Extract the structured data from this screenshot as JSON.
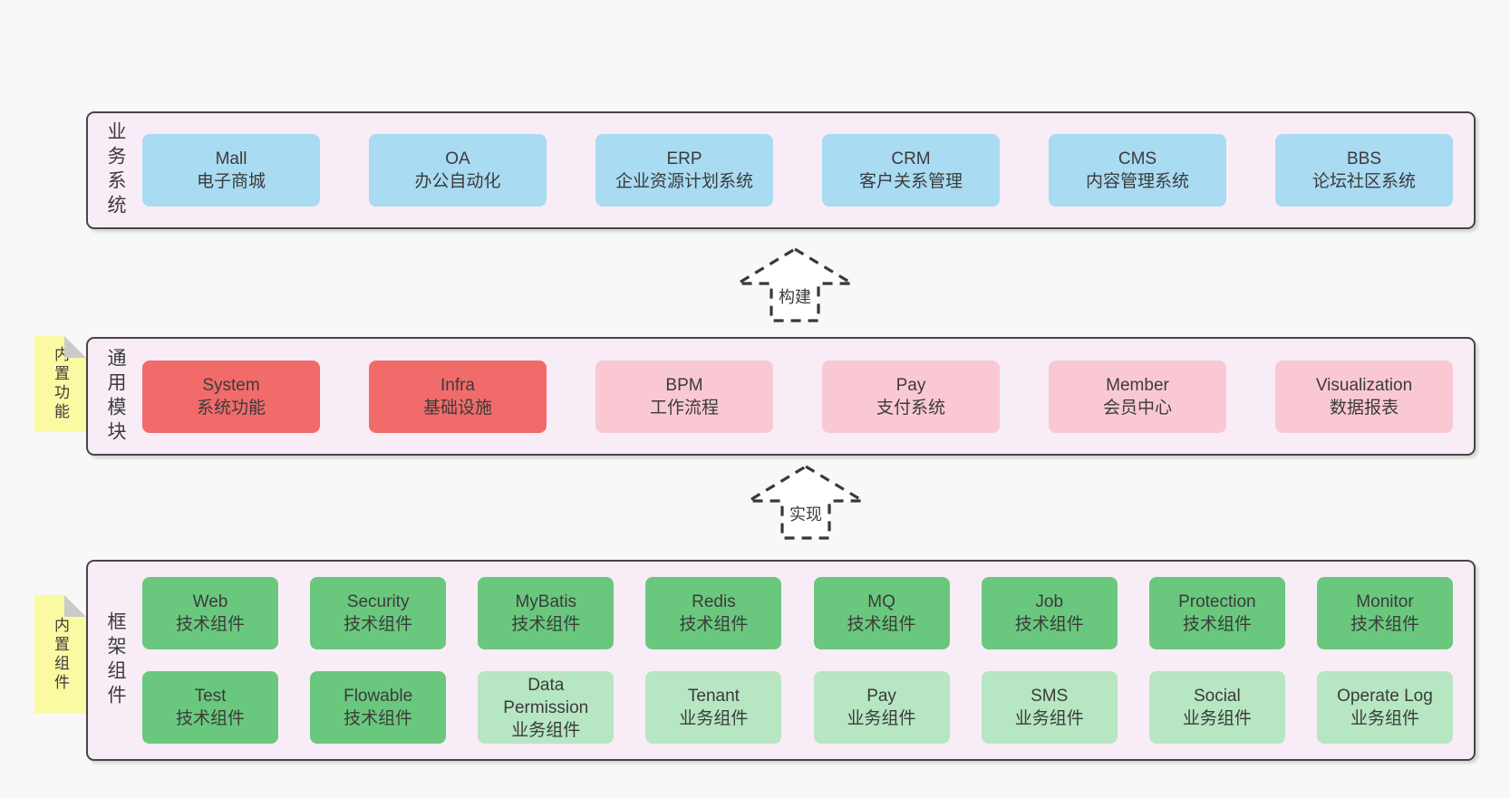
{
  "colors": {
    "page-bg": "#F8F8F8",
    "panel-bg": "#F8EDF6",
    "panel-border": "#454545",
    "node-blue": "#A9DBF2",
    "node-red": "#F16B6B",
    "node-pink": "#FAC8D3",
    "node-green": "#6AC87E",
    "node-lightgreen": "#B7E6C2",
    "sticky-yellow": "#FAFAA2",
    "sticky-fold": "#C9CBCA",
    "text": "#3B3B3B",
    "arrow-stroke": "#383838",
    "arrow-fill": "#FFFFFF"
  },
  "arrows": [
    {
      "label": "构建"
    },
    {
      "label": "实现"
    }
  ],
  "sections": [
    {
      "id": "business-systems",
      "side_label": "业务系统",
      "sticky_note": null,
      "rows": [
        [
          {
            "name": "Mall",
            "desc": "电子商城",
            "variant": "blue"
          },
          {
            "name": "OA",
            "desc": "办公自动化",
            "variant": "blue"
          },
          {
            "name": "ERP",
            "desc": "企业资源计划系统",
            "variant": "blue"
          },
          {
            "name": "CRM",
            "desc": "客户关系管理",
            "variant": "blue"
          },
          {
            "name": "CMS",
            "desc": "内容管理系统",
            "variant": "blue"
          },
          {
            "name": "BBS",
            "desc": "论坛社区系统",
            "variant": "blue"
          }
        ]
      ]
    },
    {
      "id": "common-modules",
      "side_label": "通用模块",
      "sticky_note": "内置功能",
      "rows": [
        [
          {
            "name": "System",
            "desc": "系统功能",
            "variant": "red"
          },
          {
            "name": "Infra",
            "desc": "基础设施",
            "variant": "red"
          },
          {
            "name": "BPM",
            "desc": "工作流程",
            "variant": "pink"
          },
          {
            "name": "Pay",
            "desc": "支付系统",
            "variant": "pink"
          },
          {
            "name": "Member",
            "desc": "会员中心",
            "variant": "pink"
          },
          {
            "name": "Visualization",
            "desc": "数据报表",
            "variant": "pink"
          }
        ]
      ]
    },
    {
      "id": "framework-components",
      "side_label": "框架组件",
      "sticky_note": "内置组件",
      "rows": [
        [
          {
            "name": "Web",
            "desc": "技术组件",
            "variant": "green"
          },
          {
            "name": "Security",
            "desc": "技术组件",
            "variant": "green"
          },
          {
            "name": "MyBatis",
            "desc": "技术组件",
            "variant": "green"
          },
          {
            "name": "Redis",
            "desc": "技术组件",
            "variant": "green"
          },
          {
            "name": "MQ",
            "desc": "技术组件",
            "variant": "green"
          },
          {
            "name": "Job",
            "desc": "技术组件",
            "variant": "green"
          },
          {
            "name": "Protection",
            "desc": "技术组件",
            "variant": "green"
          },
          {
            "name": "Monitor",
            "desc": "技术组件",
            "variant": "green"
          }
        ],
        [
          {
            "name": "Test",
            "desc": "技术组件",
            "variant": "green"
          },
          {
            "name": "Flowable",
            "desc": "技术组件",
            "variant": "green"
          },
          {
            "name": "Data Permission",
            "desc": "业务组件",
            "variant": "lightgreen"
          },
          {
            "name": "Tenant",
            "desc": "业务组件",
            "variant": "lightgreen"
          },
          {
            "name": "Pay",
            "desc": "业务组件",
            "variant": "lightgreen"
          },
          {
            "name": "SMS",
            "desc": "业务组件",
            "variant": "lightgreen"
          },
          {
            "name": "Social",
            "desc": "业务组件",
            "variant": "lightgreen"
          },
          {
            "name": "Operate Log",
            "desc": "业务组件",
            "variant": "lightgreen"
          }
        ]
      ]
    }
  ]
}
